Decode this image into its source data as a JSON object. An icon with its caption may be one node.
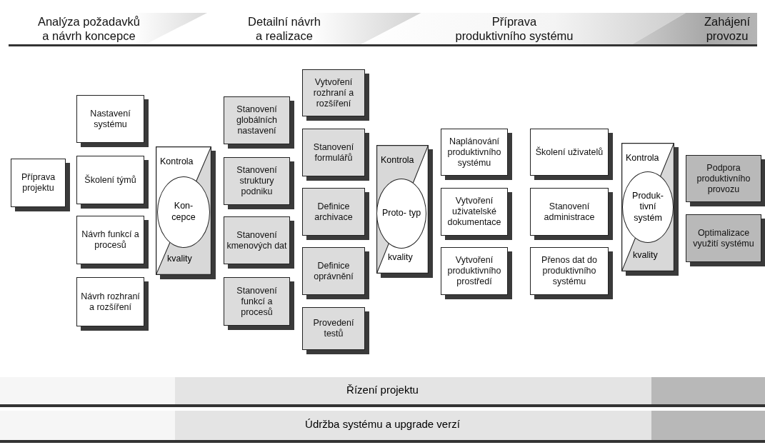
{
  "diagram": {
    "nodes": [
      {
        "text": [
          "Analýza požadavků a návrh koncepce"
        ]
      },
      {
        "text": [
          "Detailní návrh a realizace"
        ]
      },
      {
        "text": [
          "Příprava produktivního systému"
        ]
      },
      {
        "text": [
          "Zahájení provozu"
        ]
      },
      {
        "text": [
          "Příprava projektu"
        ]
      },
      {
        "text": [
          "Nastavení systému"
        ]
      },
      {
        "text": [
          "Školení týmů"
        ]
      },
      {
        "text": [
          "Návrh funkcí a procesů"
        ]
      },
      {
        "text": [
          "Návrh rozhraní a rozšíření"
        ]
      },
      {
        "text": [
          "Kontrola",
          "kvality"
        ]
      },
      {
        "text": [
          "Kon- cepce"
        ],
        "in": 9
      },
      {
        "text": [
          "Stanovení globálních nastavení"
        ]
      },
      {
        "text": [
          "Stanovení struktury podniku"
        ]
      },
      {
        "text": [
          "Stanovení kmenových dat"
        ]
      },
      {
        "text": [
          "Stanovení funkcí a procesů"
        ]
      },
      {
        "text": [
          "Vytvoření rozhraní a rozšíření"
        ]
      },
      {
        "text": [
          "Stanovení formulářů"
        ]
      },
      {
        "text": [
          "Definice archivace"
        ]
      },
      {
        "text": [
          "Definice oprávnění"
        ]
      },
      {
        "text": [
          "Provedení testů"
        ]
      },
      {
        "text": [
          "Kontrola",
          "kvality"
        ]
      },
      {
        "text": [
          "Proto- typ"
        ],
        "in": 20
      },
      {
        "text": [
          "Naplánování produktivního systému"
        ]
      },
      {
        "text": [
          "Vytvoření uživatelské dokumentace"
        ]
      },
      {
        "text": [
          "Vytvoření produktivního prostředí"
        ]
      },
      {
        "text": [
          "Školení uživatelů"
        ]
      },
      {
        "text": [
          "Stanovení administrace"
        ]
      },
      {
        "text": [
          "Přenos dat do produktivního systému"
        ]
      },
      {
        "text": [
          "Kontrola",
          "kvality"
        ]
      },
      {
        "text": [
          "Produk- tivní systém"
        ],
        "in": 28
      },
      {
        "text": [
          "Podpora produktivního provozu"
        ]
      },
      {
        "text": [
          "Optimalizace využití systému"
        ]
      },
      {
        "text": [
          "Řízení projektu"
        ]
      },
      {
        "text": [
          "Údržba systému a upgrade verzí"
        ]
      }
    ]
  }
}
